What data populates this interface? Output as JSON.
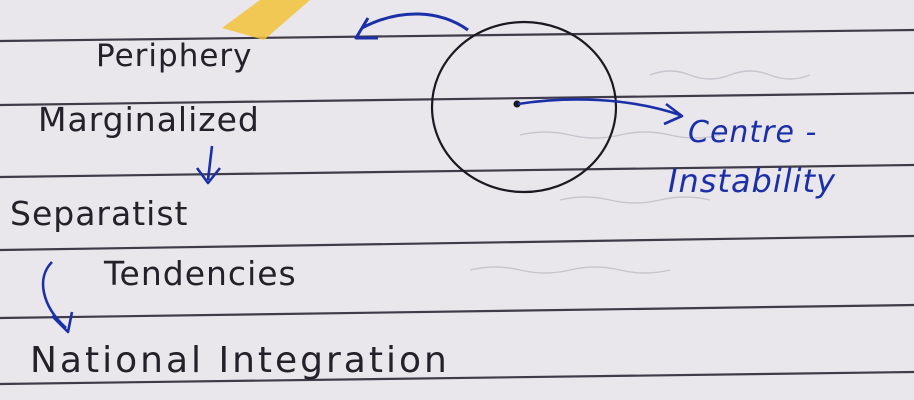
{
  "notes": {
    "periphery": "Periphery",
    "marginalized": "Marginalized",
    "separatist": "Separatist",
    "tendencies": "Tendencies",
    "national_integration": "National Integration",
    "centre": "Centre -",
    "instability": "Instability"
  },
  "colors": {
    "paper": "#e9e7ec",
    "rule_line": "#3f3b47",
    "ink_dark": "#232129",
    "ink_blue": "#1b2fa8",
    "highlighter": "#f2c23a"
  }
}
